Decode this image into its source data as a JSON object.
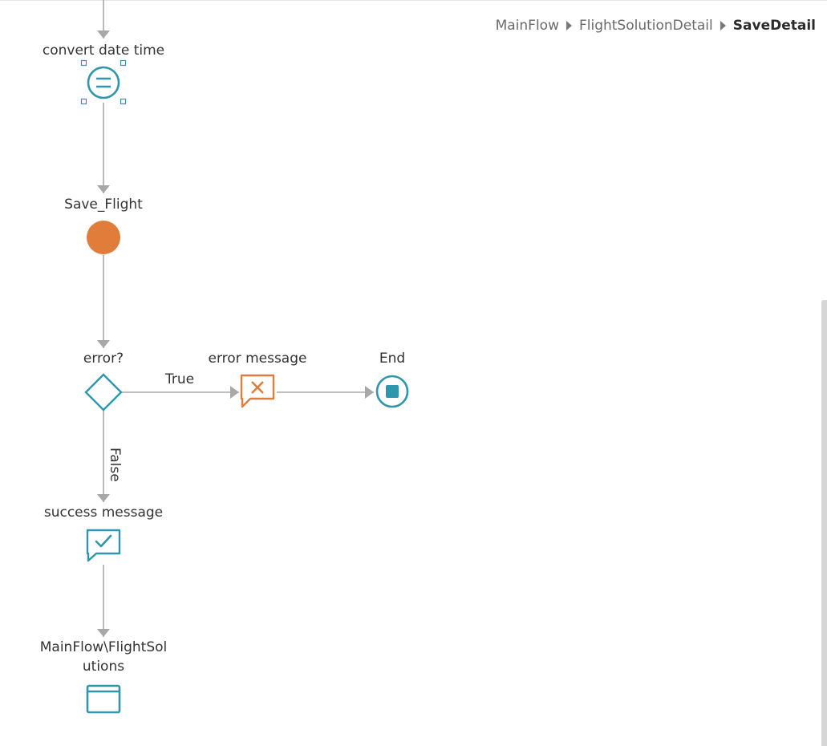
{
  "breadcrumb": {
    "items": [
      "MainFlow",
      "FlightSolutionDetail"
    ],
    "current": "SaveDetail"
  },
  "nodes": {
    "assign": {
      "label": "convert date time",
      "icon": "assign-icon",
      "selected": true
    },
    "server_action": {
      "label": "Save_Flight",
      "icon": "server-action-icon"
    },
    "if": {
      "label": "error?",
      "icon": "if-diamond-icon"
    },
    "error_message": {
      "label": "error message",
      "icon": "error-message-icon"
    },
    "end": {
      "label": "End",
      "icon": "end-icon"
    },
    "success_message": {
      "label": "success message",
      "icon": "success-message-icon"
    },
    "destination": {
      "label_line1": "MainFlow\\FlightSol",
      "label_line2": "utions",
      "icon": "screen-destination-icon"
    }
  },
  "edges": {
    "true_label": "True",
    "false_label": "False"
  },
  "colors": {
    "teal": "#2e97ac",
    "orange": "#e07d3a",
    "connector": "#a8a8a8",
    "handle": "#2e97ac"
  }
}
